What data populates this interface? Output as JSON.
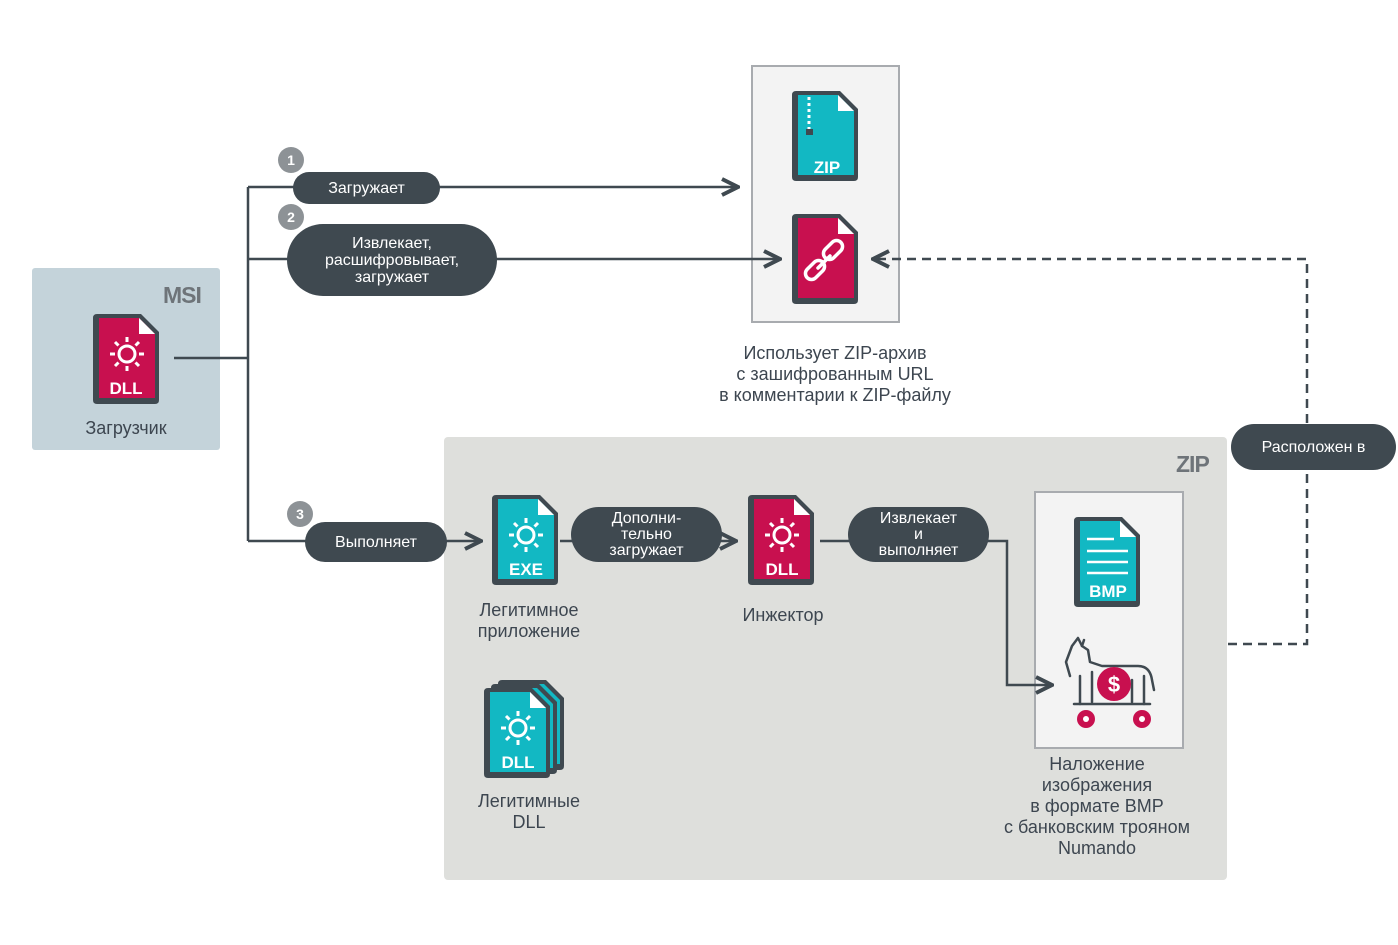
{
  "msi": {
    "tag": "MSI",
    "loader": {
      "file_type": "DLL",
      "label": "Загрузчик"
    }
  },
  "top_archive": {
    "zip_file": {
      "file_type": "ZIP"
    },
    "caption": "Использует ZIP-архив\nс зашифрованным URL\nв комментарии к ZIP-файлу"
  },
  "steps": [
    {
      "number": "1",
      "label": "Загружает"
    },
    {
      "number": "2",
      "label": "Извлекает,\nрасшифровывает,\nзагружает"
    },
    {
      "number": "3",
      "label": "Выполняет"
    }
  ],
  "zip_area": {
    "tag": "ZIP",
    "legit_app": {
      "file_type": "EXE",
      "label": "Легитимное\nприложение"
    },
    "legit_dlls": {
      "file_type": "DLL",
      "label": "Легитимные\nDLL"
    },
    "injector": {
      "file_type": "DLL",
      "label": "Инжектор"
    },
    "action_download": "Дополни-\nтельно\nзагружает",
    "action_extract": "Извлекает\nи\nвыполняет",
    "bmp": {
      "file_type": "BMP",
      "label": "Наложение\nизображения\nв формате BMP\nс банковским трояном\nNumando"
    }
  },
  "located_in": "Расположен в",
  "colors": {
    "teal": "#12b8c3",
    "magenta": "#c8104f",
    "dark": "#3f4950",
    "pale_blue": "#c4d3da",
    "light_gray": "#dedfdc"
  }
}
